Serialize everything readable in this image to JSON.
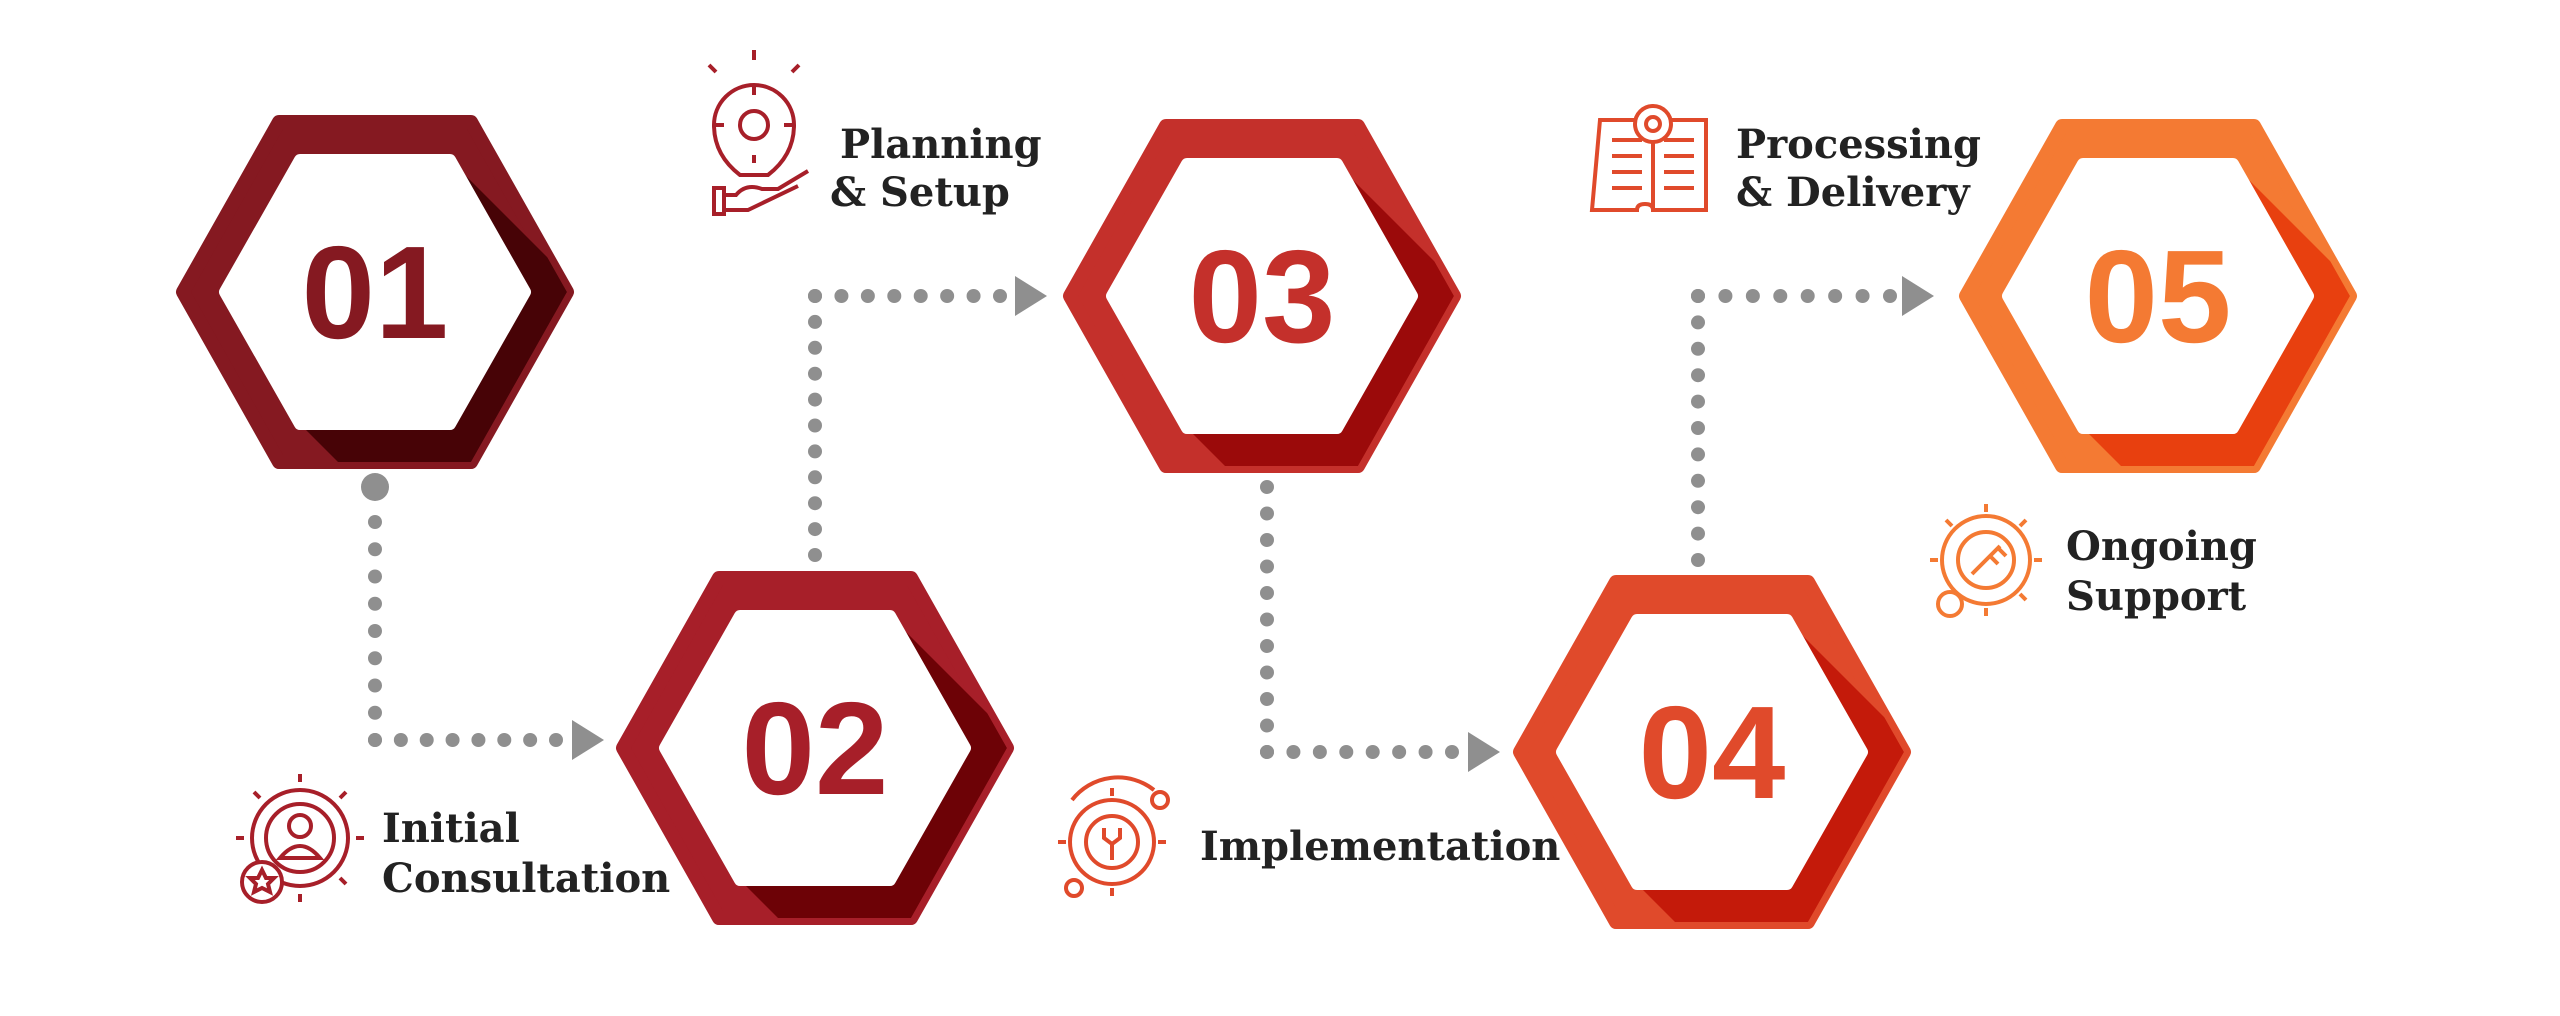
{
  "steps": [
    {
      "number": "01",
      "title_lines": [
        "Initial",
        "Consultation"
      ],
      "icon": "gear-person-star-icon",
      "color": "#851921",
      "shadow": "#470306"
    },
    {
      "number": "02",
      "title_lines": [
        "Planning",
        "& Setup"
      ],
      "icon": "lightbulb-gear-hand-icon",
      "color": "#a71f29",
      "shadow": "#6d0206"
    },
    {
      "number": "03",
      "title_lines": [
        "Implementation"
      ],
      "icon": "gear-wrench-orbit-icon",
      "color": "#c4302b",
      "shadow": "#9b0a0a"
    },
    {
      "number": "04",
      "title_lines": [
        "Processing",
        "& Delivery"
      ],
      "icon": "open-book-gear-icon",
      "color": "#e04a2b",
      "shadow": "#c41a0a"
    },
    {
      "number": "05",
      "title_lines": [
        "Ongoing",
        "Support"
      ],
      "icon": "gear-key-icon",
      "color": "#f47a33",
      "shadow": "#e8400f"
    }
  ],
  "connector_color": "#8f8f8f"
}
